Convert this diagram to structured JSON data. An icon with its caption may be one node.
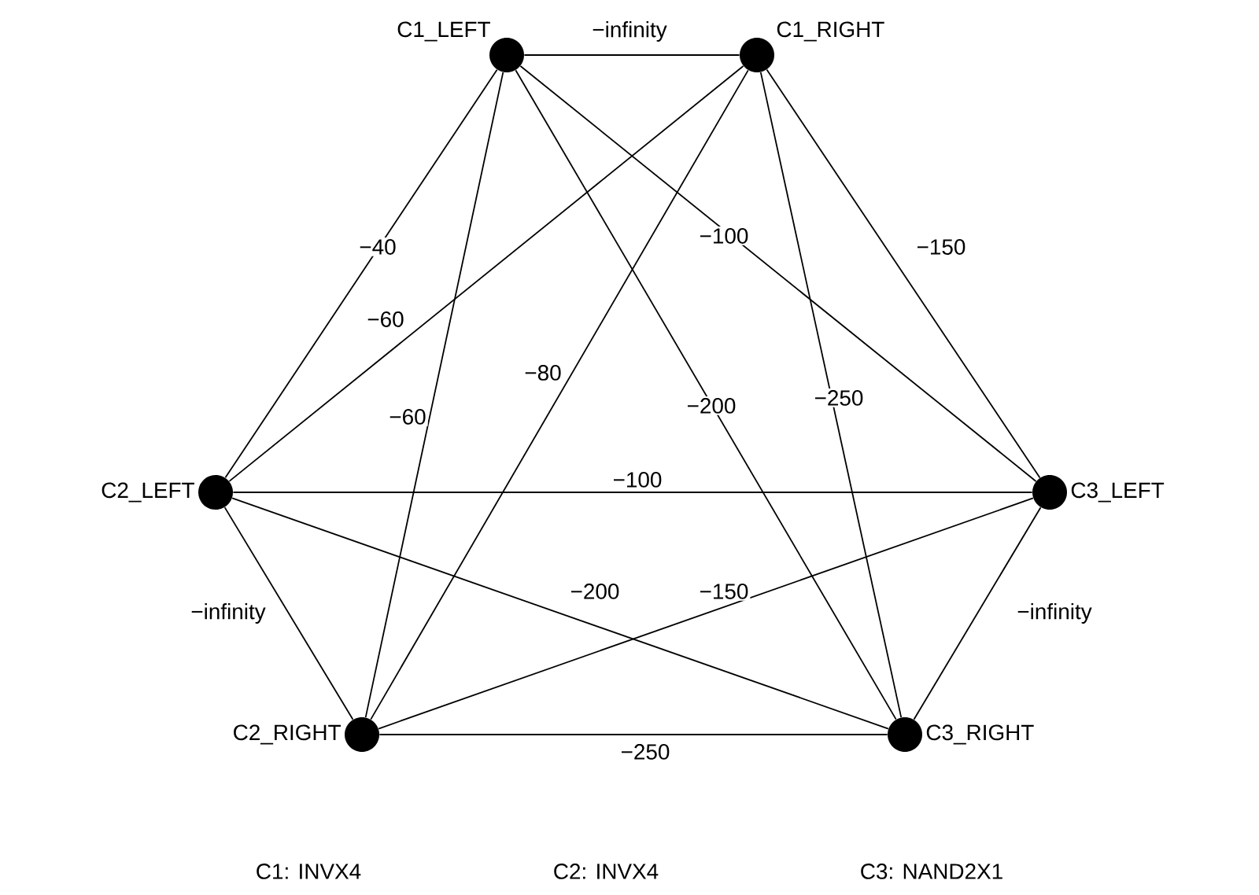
{
  "diagram": {
    "nodes": [
      {
        "text": [],
        "shape": "circle",
        "beside": [
          "C1_LEFT"
        ]
      },
      {
        "text": [],
        "shape": "circle",
        "beside": [
          "C1_RIGHT"
        ]
      },
      {
        "text": [],
        "shape": "circle",
        "beside": [
          "C2_LEFT"
        ]
      },
      {
        "text": [],
        "shape": "circle",
        "beside": [
          "C3_LEFT"
        ]
      },
      {
        "text": [],
        "shape": "circle",
        "beside": [
          "C2_RIGHT"
        ]
      },
      {
        "text": [],
        "shape": "circle",
        "beside": [
          "C3_RIGHT"
        ]
      }
    ],
    "edges": [
      {
        "from": 0,
        "to": 1,
        "arrow": "none",
        "label": "−infinity"
      },
      {
        "from": 0,
        "to": 2,
        "arrow": "none",
        "label": "−40"
      },
      {
        "from": 1,
        "to": 2,
        "arrow": "none",
        "label": "−60"
      },
      {
        "from": 0,
        "to": 4,
        "arrow": "none",
        "label": "−60"
      },
      {
        "from": 1,
        "to": 4,
        "arrow": "none",
        "label": "−80"
      },
      {
        "from": 0,
        "to": 3,
        "arrow": "none",
        "label": "−100"
      },
      {
        "from": 0,
        "to": 5,
        "arrow": "none",
        "label": "−200"
      },
      {
        "from": 1,
        "to": 3,
        "arrow": "none",
        "label": "−150"
      },
      {
        "from": 1,
        "to": 5,
        "arrow": "none",
        "label": "−250"
      },
      {
        "from": 2,
        "to": 3,
        "arrow": "none",
        "label": "−100"
      },
      {
        "from": 2,
        "to": 4,
        "arrow": "none",
        "label": "−infinity"
      },
      {
        "from": 2,
        "to": 5,
        "arrow": "none",
        "label": "−200"
      },
      {
        "from": 4,
        "to": 3,
        "arrow": "none",
        "label": "−150"
      },
      {
        "from": 4,
        "to": 5,
        "arrow": "none",
        "label": "−250"
      },
      {
        "from": 3,
        "to": 5,
        "arrow": "none",
        "label": "−infinity"
      }
    ],
    "labels": [
      "C1: INVX4",
      "C2: INVX4",
      "C3: NAND2X1"
    ]
  }
}
